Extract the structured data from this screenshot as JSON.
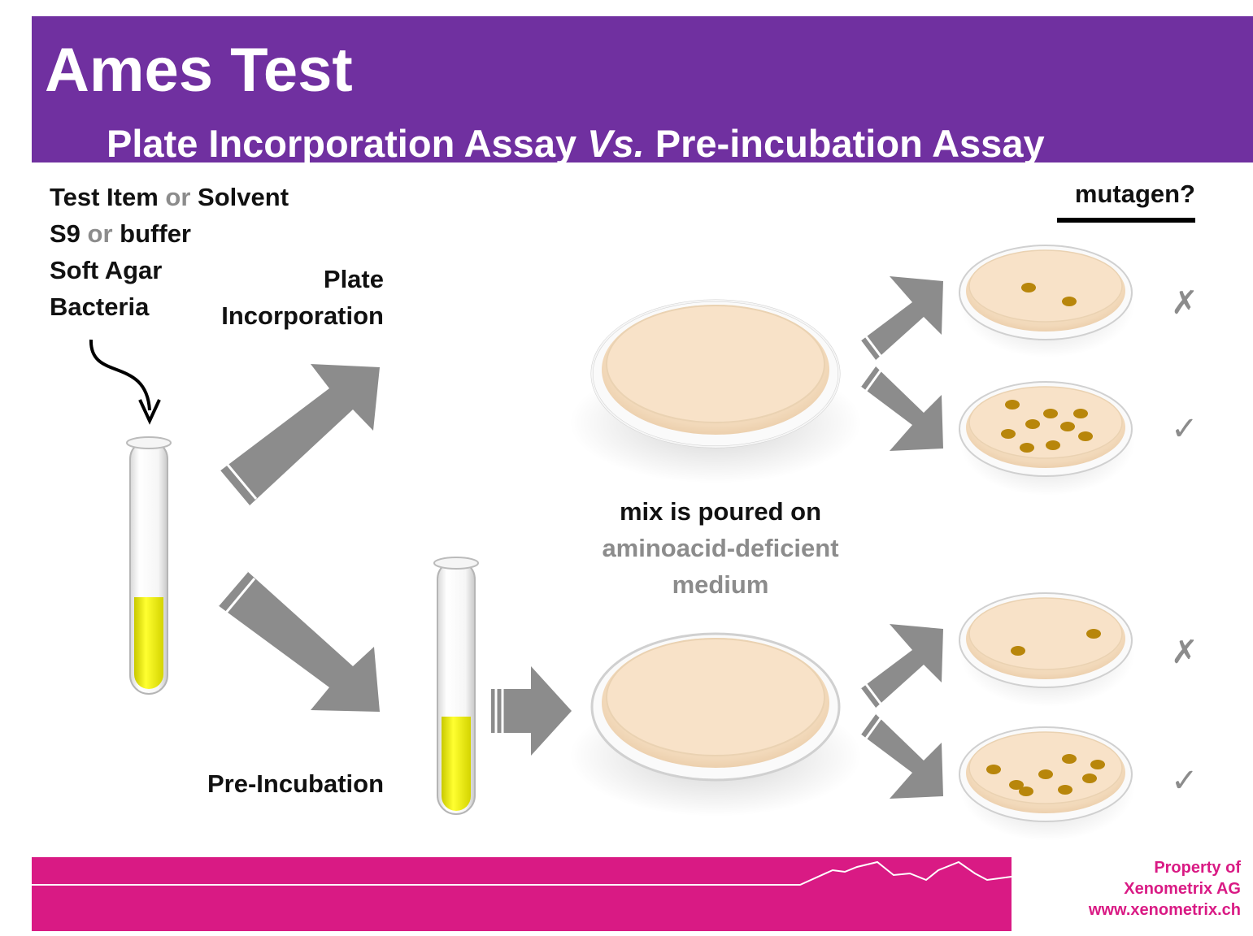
{
  "header": {
    "title": "Ames Test",
    "subtitle_part1": "Plate Incorporation Assay ",
    "subtitle_vs": "Vs.",
    "subtitle_part2": " Pre-incubation Assay"
  },
  "ingredients": [
    {
      "a": "Test Item",
      "or": "or",
      "b": "Solvent"
    },
    {
      "a": "S9",
      "or": "or",
      "b": "buffer"
    },
    {
      "a": "Soft Agar",
      "or": "",
      "b": ""
    },
    {
      "a": "Bacteria",
      "or": "",
      "b": ""
    }
  ],
  "labels": {
    "plate_incorporation_line1": "Plate",
    "plate_incorporation_line2": "Incorporation",
    "pre_incubation": "Pre-Incubation",
    "mutagen_question": "mutagen?",
    "mix_line1": "mix is poured on",
    "mix_line2": "aminoacid-deficient",
    "mix_line3": "medium"
  },
  "results": {
    "top_negative": "✗",
    "top_positive": "✓",
    "bottom_negative": "✗",
    "bottom_positive": "✓"
  },
  "footer": {
    "line1": "Property of",
    "line2": "Xenometrix AG",
    "line3": "www.xenometrix.ch"
  },
  "colors": {
    "header_purple": "#7030a0",
    "footer_magenta": "#d91a84",
    "arrow_grey": "#8c8c8c",
    "agar": "#f5dcc0",
    "colony": "#b8860b",
    "tube_liquid": "#f0f000"
  },
  "colony_counts": {
    "plate_top_negative": 2,
    "plate_top_positive": 9,
    "plate_bottom_negative": 2,
    "plate_bottom_positive": 8
  }
}
